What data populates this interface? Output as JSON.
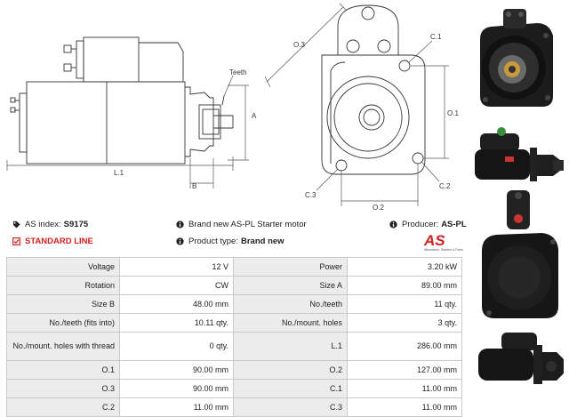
{
  "drawing": {
    "labels": {
      "teeth": "Teeth",
      "a": "A",
      "b": "B",
      "l1": "L.1",
      "o3": "O.3",
      "c1": "C.1",
      "o1": "O.1",
      "c2": "C.2",
      "c3": "C.3",
      "o2": "O.2"
    }
  },
  "info": {
    "as_index_label": "AS index:",
    "as_index_value": "S9175",
    "standard_line": "STANDARD LINE",
    "brand_text": "Brand new AS-PL Starter motor",
    "product_type_label": "Product type:",
    "product_type_value": "Brand new",
    "producer_label": "Producer:",
    "producer_value": "AS-PL"
  },
  "logo": {
    "mark": "AS",
    "slogan": "Alternators, Starters & Parts"
  },
  "specs": [
    {
      "l1": "Voltage",
      "v1": "12 V",
      "l2": "Power",
      "v2": "3.20 kW"
    },
    {
      "l1": "Rotation",
      "v1": "CW",
      "l2": "Size A",
      "v2": "89.00 mm"
    },
    {
      "l1": "Size B",
      "v1": "48.00 mm",
      "l2": "No./teeth",
      "v2": "11 qty."
    },
    {
      "l1": "No./teeth (fits into)",
      "v1": "10.11 qty.",
      "l2": "No./mount. holes",
      "v2": "3 qty."
    },
    {
      "l1": "No./mount. holes with thread",
      "v1": "0 qty.",
      "l2": "L.1",
      "v2": "286.00 mm"
    },
    {
      "l1": "O.1",
      "v1": "90.00 mm",
      "l2": "O.2",
      "v2": "127.00 mm"
    },
    {
      "l1": "O.3",
      "v1": "90.00 mm",
      "l2": "C.1",
      "v2": "11.00 mm"
    },
    {
      "l1": "C.2",
      "v1": "11.00 mm",
      "l2": "C.3",
      "v2": "11.00 mm"
    }
  ],
  "colors": {
    "accent": "#d42020",
    "label_bg": "#ececec",
    "border": "#c9c9c9"
  },
  "icons": [
    "tag-icon",
    "checkbox-icon",
    "info-icon"
  ]
}
